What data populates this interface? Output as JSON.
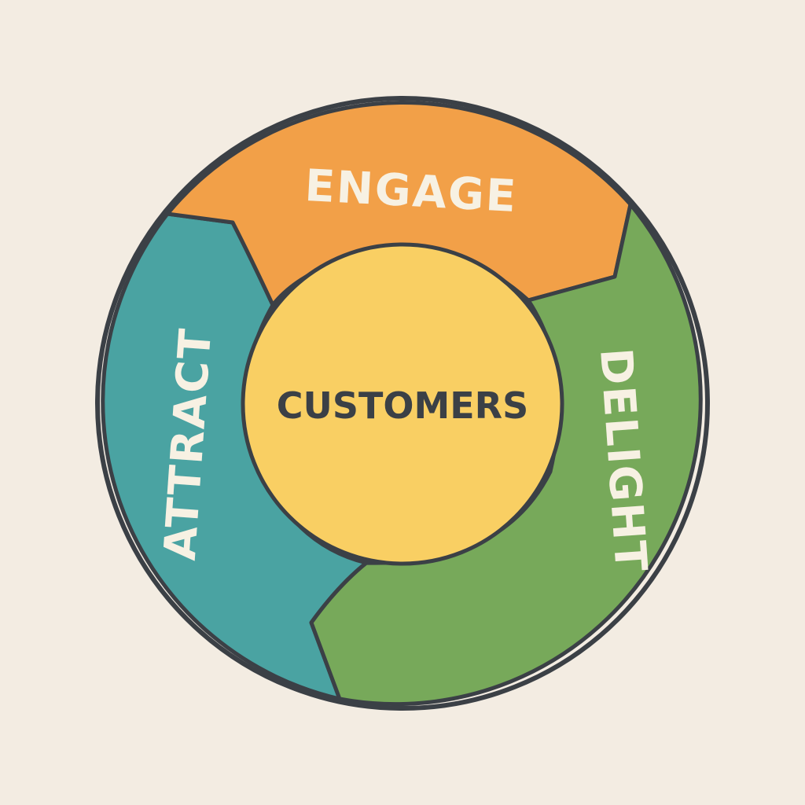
{
  "center": {
    "label": "CUSTOMERS",
    "fill": "#f9cf63",
    "text_color": "#3b4046"
  },
  "stages": [
    {
      "id": "attract",
      "label": "ATTRACT",
      "fill": "#4aa3a2",
      "text_color": "#f7f1e3"
    },
    {
      "id": "engage",
      "label": "ENGAGE",
      "fill": "#f2a048",
      "text_color": "#f7f1e3"
    },
    {
      "id": "delight",
      "label": "DELIGHT",
      "fill": "#77a95a",
      "text_color": "#f7f1e3"
    }
  ],
  "colors": {
    "background": "#f3ece2",
    "outline": "#3b4046"
  }
}
